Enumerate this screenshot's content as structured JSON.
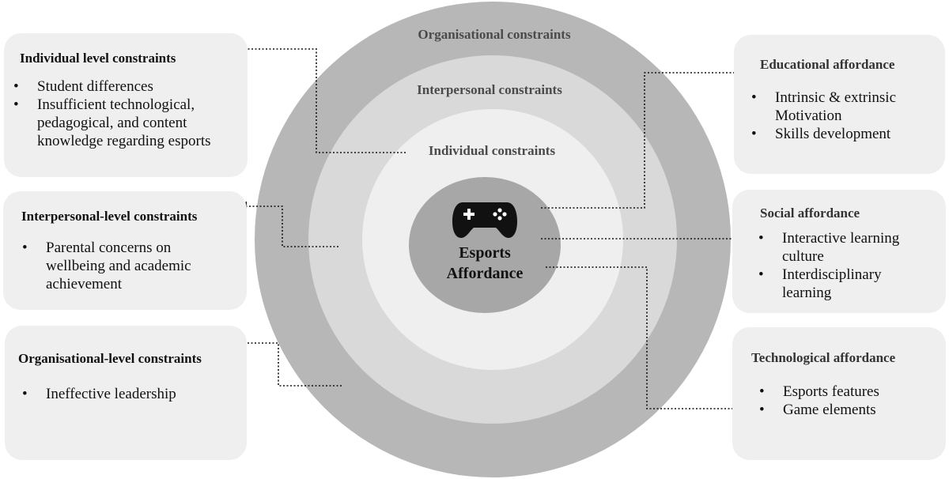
{
  "rings": {
    "organisational": "Organisational constraints",
    "interpersonal": "Interpersonal constraints",
    "individual": "Individual constraints"
  },
  "center": {
    "icon": "gamepad-icon",
    "line1": "Esports",
    "line2": "Affordance"
  },
  "constraints": {
    "individual": {
      "title": "Individual level constraints",
      "items": [
        "Student differences",
        "Insufficient technological,",
        "pedagogical, and content",
        "knowledge regarding esports"
      ]
    },
    "interpersonal": {
      "title": "Interpersonal-level constraints",
      "items": [
        "Parental concerns on",
        "wellbeing and academic",
        "achievement"
      ]
    },
    "organisational": {
      "title": "Organisational-level constraints",
      "items": [
        "Ineffective leadership"
      ]
    }
  },
  "affordances": {
    "educational": {
      "title": "Educational affordance",
      "items": [
        "Intrinsic & extrinsic",
        "Motivation",
        "Skills development"
      ]
    },
    "social": {
      "title": "Social affordance",
      "items": [
        "Interactive learning",
        "culture",
        "Interdisciplinary",
        "learning"
      ]
    },
    "technological": {
      "title": "Technological affordance",
      "items": [
        "Esports features",
        "Game elements"
      ]
    }
  }
}
